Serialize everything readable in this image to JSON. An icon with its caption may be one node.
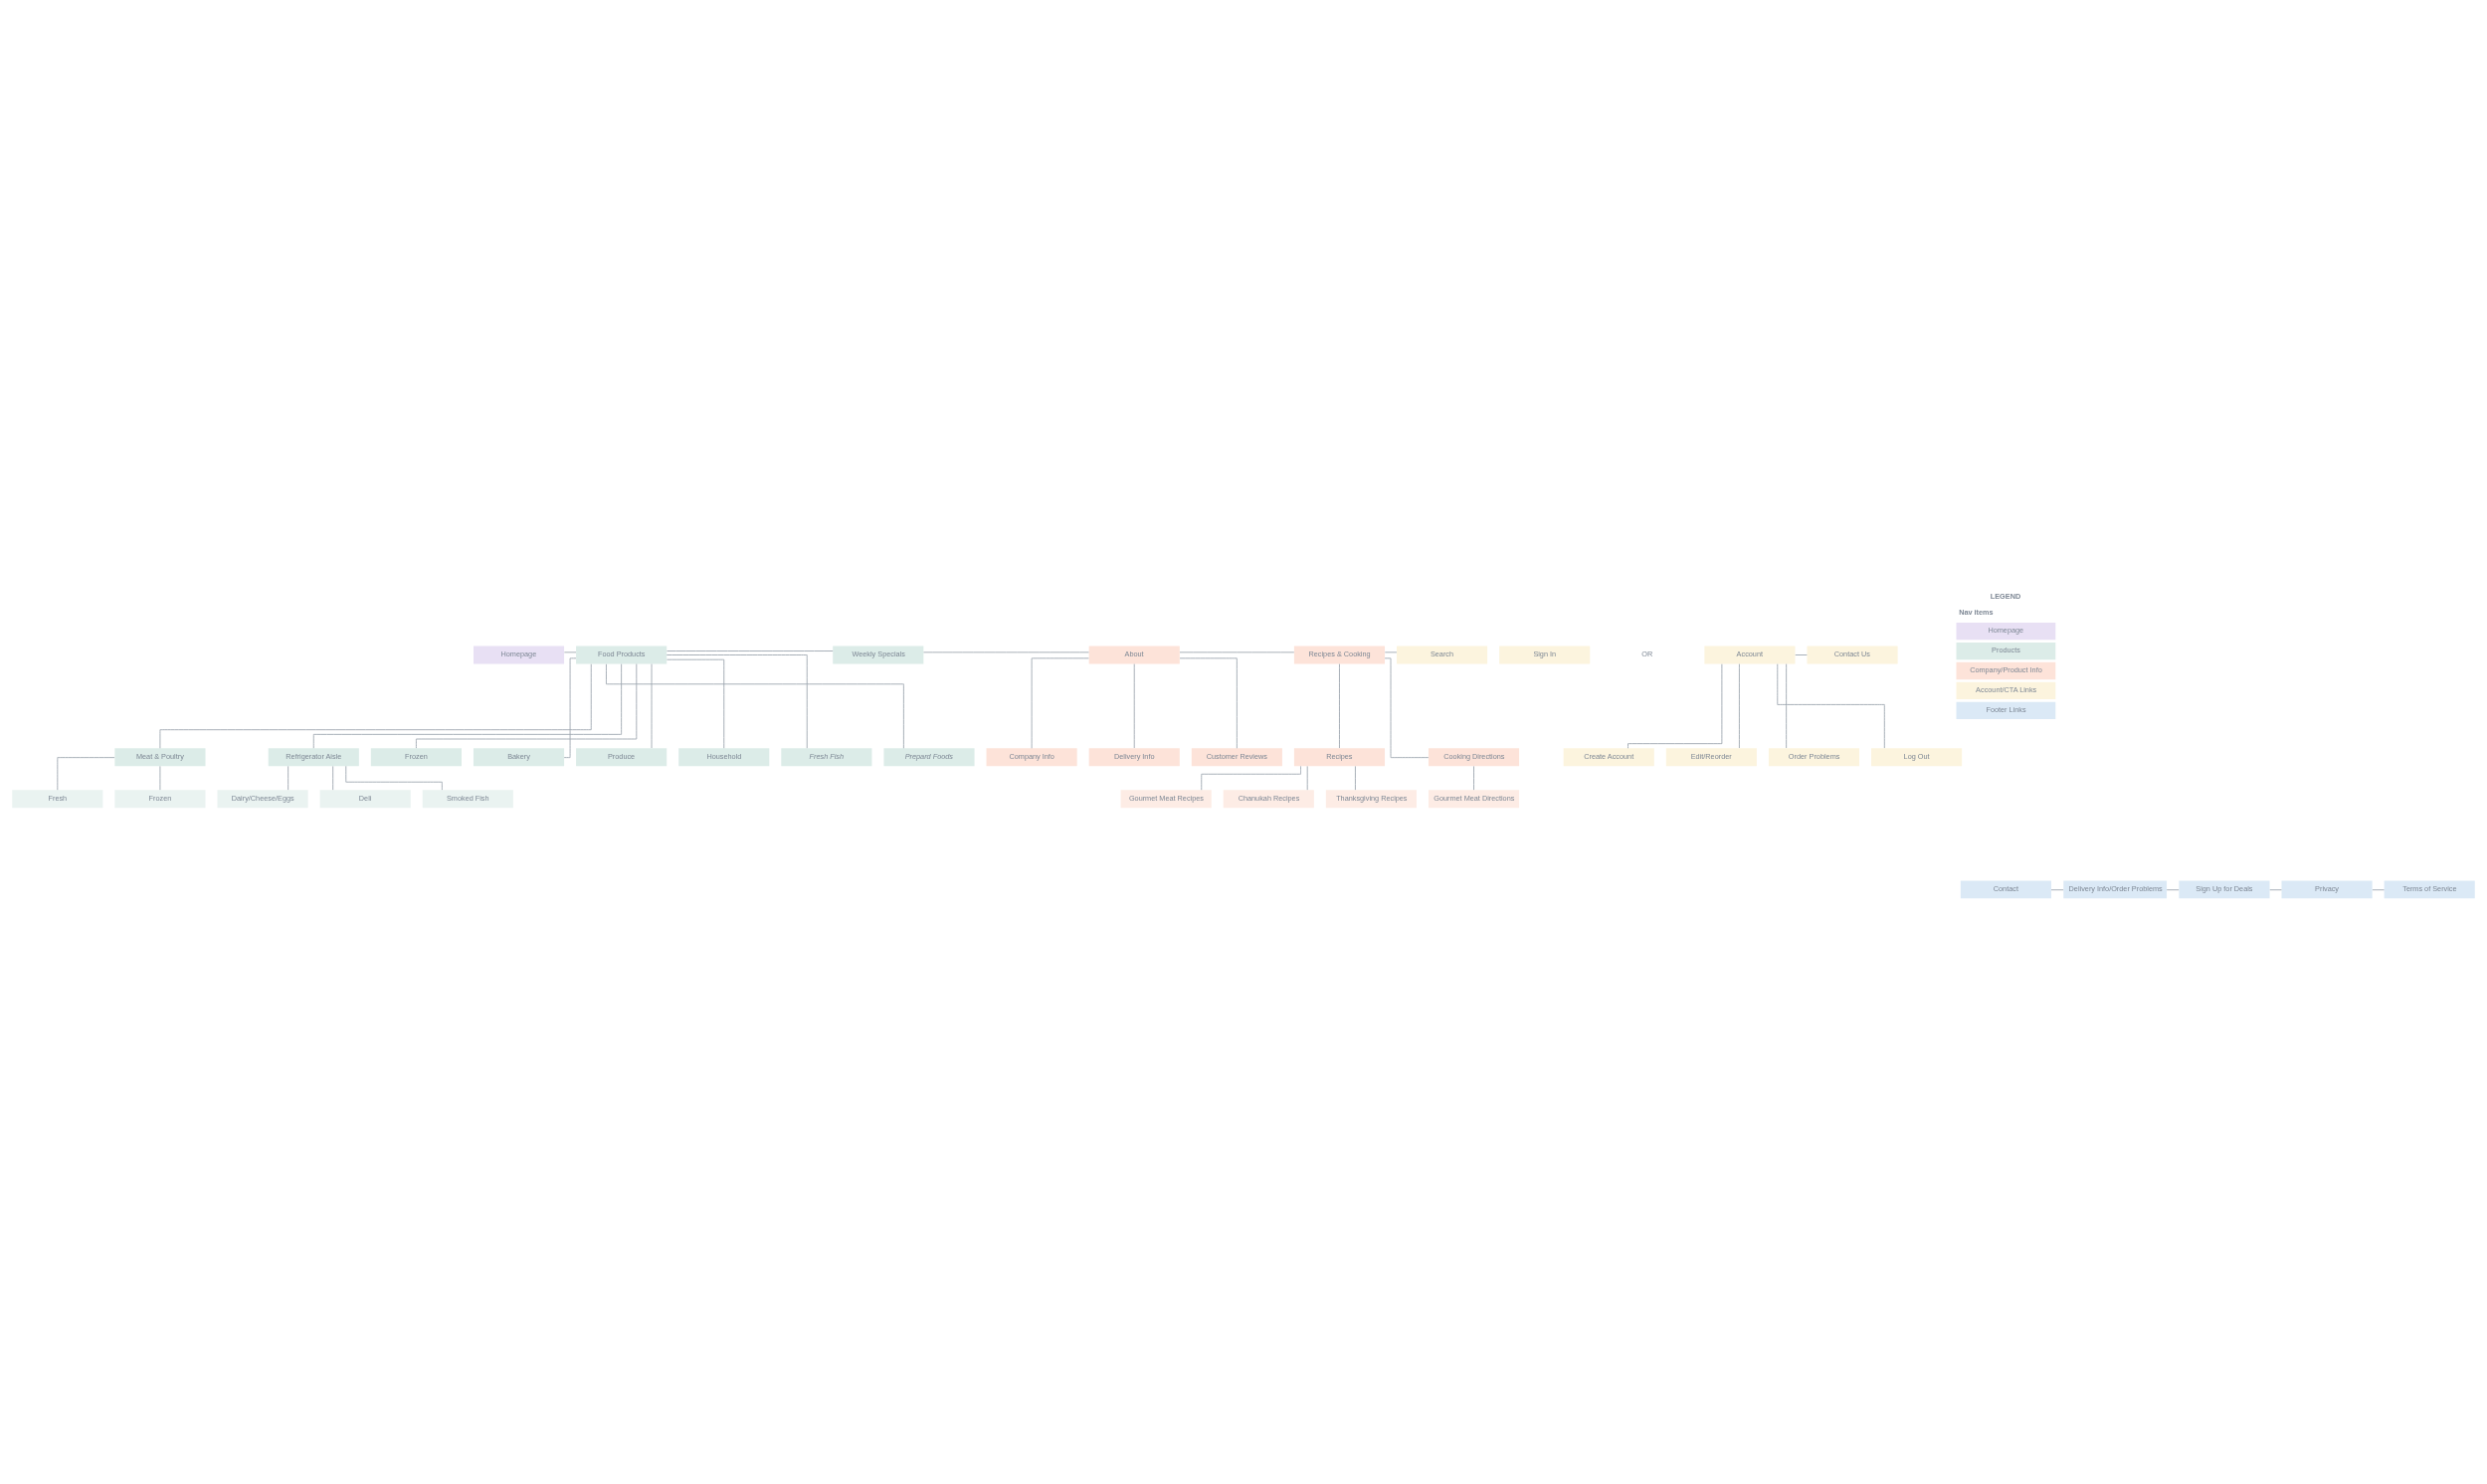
{
  "diagram": {
    "nodes": [
      {
        "text": [
          "Homepage"
        ]
      },
      {
        "text": [
          "Food Products"
        ]
      },
      {
        "text": [
          "Weekly Specials"
        ]
      },
      {
        "text": [
          "About"
        ]
      },
      {
        "text": [
          "Recipes & Cooking"
        ]
      },
      {
        "text": [
          "Search"
        ]
      },
      {
        "text": [
          "Sign In"
        ]
      },
      {
        "text": [
          "Account"
        ]
      },
      {
        "text": [
          "Contact Us"
        ]
      },
      {
        "text": [
          "Meat & Poultry"
        ]
      },
      {
        "text": [
          "Fresh"
        ]
      },
      {
        "text": [
          "Frozen"
        ]
      },
      {
        "text": [
          "Refrigerator Aisle"
        ]
      },
      {
        "text": [
          "Dairy/Cheese/Eggs"
        ]
      },
      {
        "text": [
          "Deli"
        ]
      },
      {
        "text": [
          "Smoked Fish"
        ]
      },
      {
        "text": [
          "Frozen"
        ]
      },
      {
        "text": [
          "Bakery"
        ]
      },
      {
        "text": [
          "Produce"
        ]
      },
      {
        "text": [
          "Household"
        ]
      },
      {
        "text": [
          "Fresh Fish"
        ]
      },
      {
        "text": [
          "Prepard Foods"
        ]
      },
      {
        "text": [
          "Company Info"
        ]
      },
      {
        "text": [
          "Delivery Info"
        ]
      },
      {
        "text": [
          "Customer Reviews"
        ]
      },
      {
        "text": [
          "Recipes"
        ]
      },
      {
        "text": [
          "Gourmet Meat Recipes"
        ]
      },
      {
        "text": [
          "Chanukah Recipes"
        ]
      },
      {
        "text": [
          "Thanksgiving Recipes"
        ]
      },
      {
        "text": [
          "Cooking Directions"
        ]
      },
      {
        "text": [
          "Gourmet Meat Directions"
        ]
      },
      {
        "text": [
          "Create Account"
        ]
      },
      {
        "text": [
          "Edit/Reorder"
        ]
      },
      {
        "text": [
          "Order Problems"
        ]
      },
      {
        "text": [
          "Log Out"
        ]
      },
      {
        "text": [
          "Contact"
        ]
      },
      {
        "text": [
          "Delivery Info/Order Problems"
        ]
      },
      {
        "text": [
          "Sign Up for Deals"
        ]
      },
      {
        "text": [
          "Privacy"
        ]
      },
      {
        "text": [
          "Terms of Service"
        ]
      }
    ],
    "edges": [
      {
        "from": 0,
        "to": 1,
        "arrow": "none"
      },
      {
        "from": 1,
        "to": 2,
        "arrow": "none"
      },
      {
        "from": 2,
        "to": 3,
        "arrow": "none"
      },
      {
        "from": 3,
        "to": 4,
        "arrow": "none"
      },
      {
        "from": 4,
        "to": 5,
        "arrow": "none"
      },
      {
        "from": 7,
        "to": 8,
        "arrow": "none"
      },
      {
        "from": 1,
        "to": 9,
        "arrow": "none"
      },
      {
        "from": 9,
        "to": 10,
        "arrow": "none"
      },
      {
        "from": 9,
        "to": 11,
        "arrow": "none"
      },
      {
        "from": 1,
        "to": 12,
        "arrow": "none"
      },
      {
        "from": 12,
        "to": 13,
        "arrow": "none"
      },
      {
        "from": 12,
        "to": 14,
        "arrow": "none"
      },
      {
        "from": 12,
        "to": 15,
        "arrow": "none"
      },
      {
        "from": 1,
        "to": 16,
        "arrow": "none"
      },
      {
        "from": 1,
        "to": 17,
        "arrow": "none"
      },
      {
        "from": 1,
        "to": 18,
        "arrow": "none"
      },
      {
        "from": 1,
        "to": 19,
        "arrow": "none"
      },
      {
        "from": 1,
        "to": 20,
        "arrow": "none"
      },
      {
        "from": 1,
        "to": 21,
        "arrow": "none"
      },
      {
        "from": 3,
        "to": 22,
        "arrow": "none"
      },
      {
        "from": 3,
        "to": 23,
        "arrow": "none"
      },
      {
        "from": 3,
        "to": 24,
        "arrow": "none"
      },
      {
        "from": 4,
        "to": 25,
        "arrow": "none"
      },
      {
        "from": 25,
        "to": 26,
        "arrow": "none"
      },
      {
        "from": 25,
        "to": 27,
        "arrow": "none"
      },
      {
        "from": 25,
        "to": 28,
        "arrow": "none"
      },
      {
        "from": 4,
        "to": 29,
        "arrow": "none"
      },
      {
        "from": 29,
        "to": 30,
        "arrow": "none"
      },
      {
        "from": 7,
        "to": 31,
        "arrow": "none"
      },
      {
        "from": 7,
        "to": 32,
        "arrow": "none"
      },
      {
        "from": 7,
        "to": 33,
        "arrow": "none"
      },
      {
        "from": 7,
        "to": 34,
        "arrow": "none"
      },
      {
        "from": 35,
        "to": 36,
        "arrow": "none"
      },
      {
        "from": 36,
        "to": 37,
        "arrow": "none"
      },
      {
        "from": 37,
        "to": 38,
        "arrow": "none"
      },
      {
        "from": 38,
        "to": 39,
        "arrow": "none"
      }
    ],
    "labels": [
      "LEGEND",
      "Nav items",
      "OR"
    ],
    "legend": [
      {
        "text": "Homepage",
        "color": "#e8e0f4"
      },
      {
        "text": "Products",
        "color": "#dcece8"
      },
      {
        "text": "Company/Product Info",
        "color": "#fde3d9"
      },
      {
        "text": "Account/CTA Links",
        "color": "#fcf4de"
      },
      {
        "text": "Footer Links",
        "color": "#dbe9f6"
      }
    ]
  }
}
